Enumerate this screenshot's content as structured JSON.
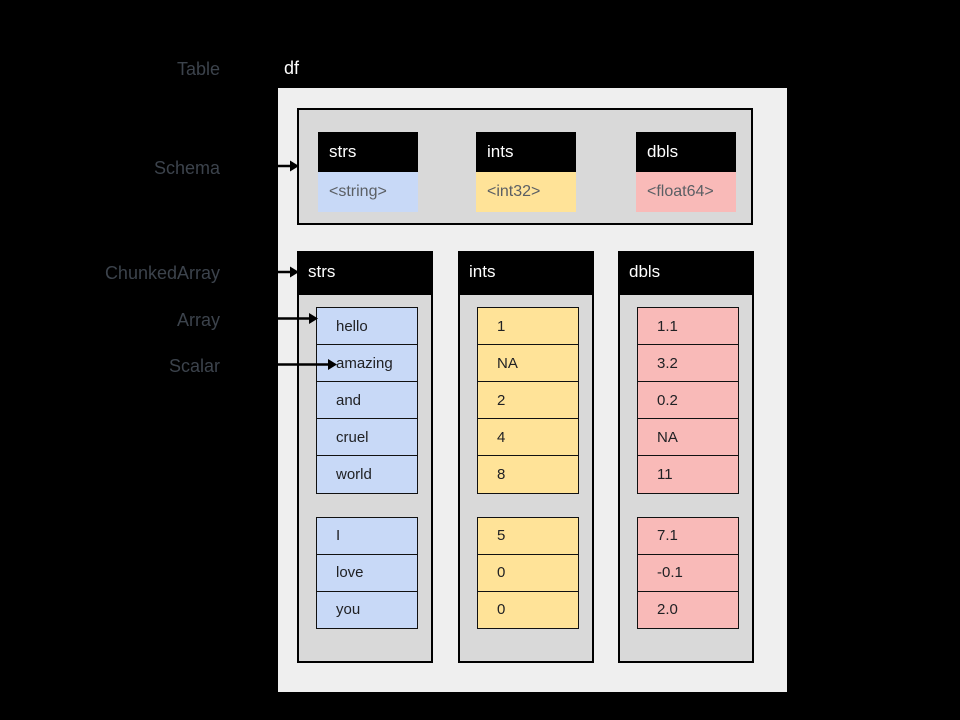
{
  "labels": {
    "table": "Table",
    "schema": "Schema",
    "chunked_array": "ChunkedArray",
    "array": "Array",
    "scalar": "Scalar"
  },
  "table": {
    "name": "df",
    "schema_fields": [
      {
        "name": "strs",
        "type": "<string>",
        "color": "#c8d9f7"
      },
      {
        "name": "ints",
        "type": "<int32>",
        "color": "#ffe398"
      },
      {
        "name": "dbls",
        "type": "<float64>",
        "color": "#f9bab8"
      }
    ],
    "columns": [
      {
        "name": "strs",
        "color": "#c8d9f7",
        "chunks": [
          [
            "hello",
            "amazing",
            "and",
            "cruel",
            "world"
          ],
          [
            "I",
            "love",
            "you"
          ]
        ]
      },
      {
        "name": "ints",
        "color": "#ffe398",
        "chunks": [
          [
            "1",
            "NA",
            "2",
            "4",
            "8"
          ],
          [
            "5",
            "0",
            "0"
          ]
        ]
      },
      {
        "name": "dbls",
        "color": "#f9bab8",
        "chunks": [
          [
            "1.1",
            "3.2",
            "0.2",
            "NA",
            "11"
          ],
          [
            "7.1",
            "-0.1",
            "2.0"
          ]
        ]
      }
    ]
  },
  "colors": {
    "background": "#000000",
    "outer_box": "#efefef",
    "panel_gray": "#d9d9d9",
    "header_black": "#000000",
    "side_label_text": "#3c434c",
    "arrow": "#000000"
  }
}
